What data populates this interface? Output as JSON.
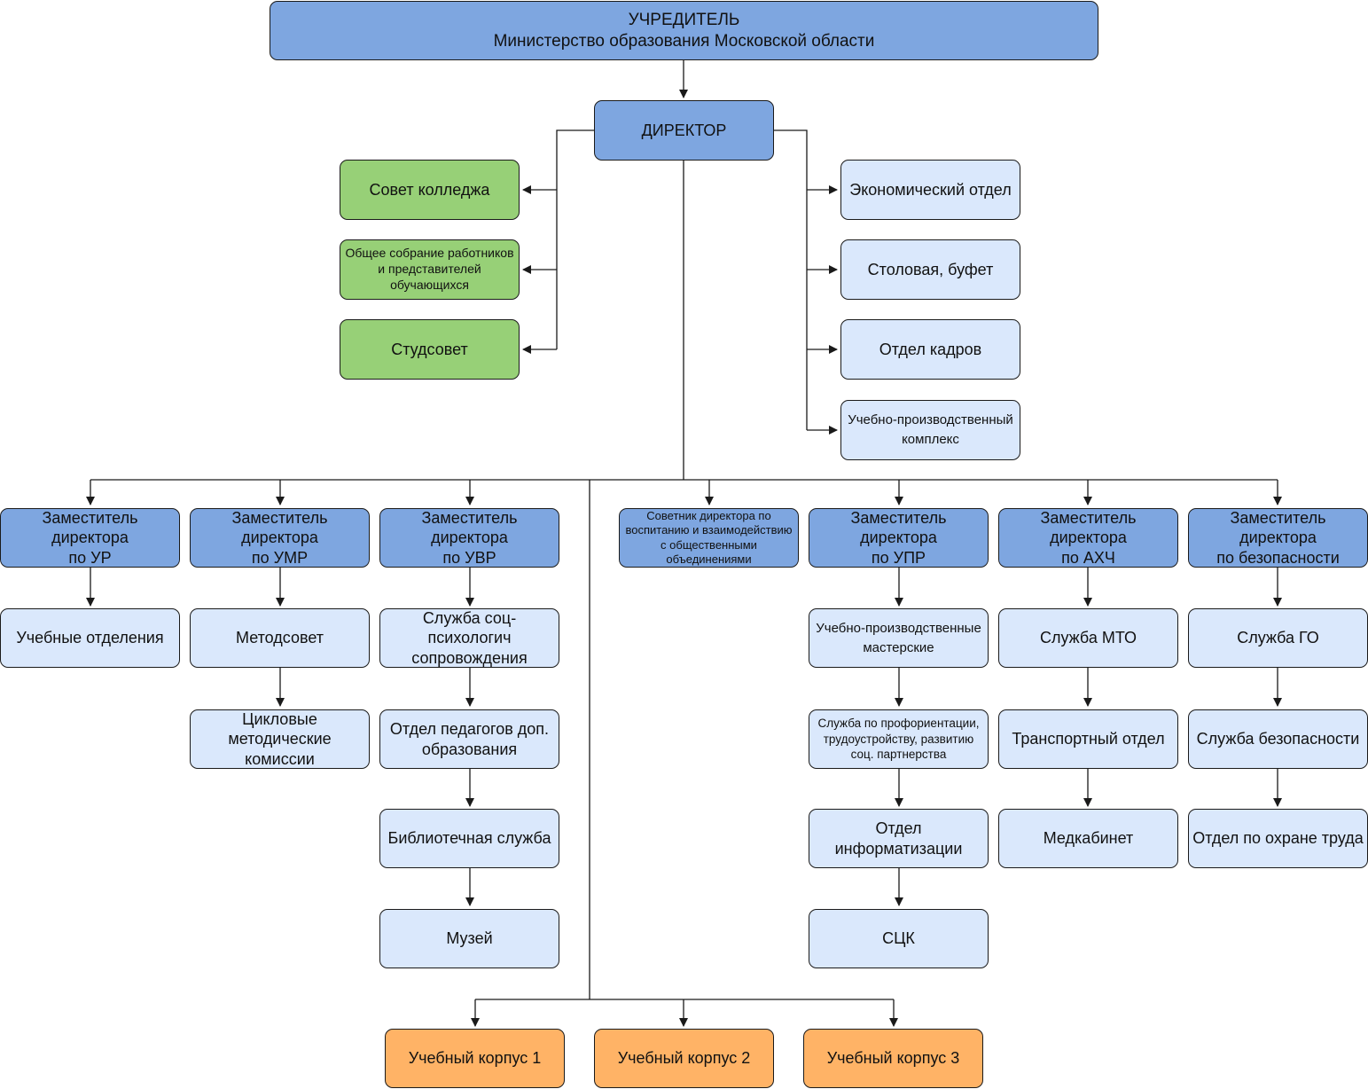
{
  "founder": {
    "line1": "УЧРЕДИТЕЛЬ",
    "line2": "Министерство образования Московской области"
  },
  "director": "ДИРЕКТОР",
  "left_bodies": [
    "Совет колледжа",
    "Общее собрание работников\nи представителей\nобучающихся",
    "Студсовет"
  ],
  "right_units": [
    "Экономический отдел",
    "Столовая, буфет",
    "Отдел кадров",
    "Учебно-производственный\nкомплекс"
  ],
  "deputies": {
    "ur": "Заместитель директора\nпо УР",
    "umr": "Заместитель директора\nпо УМР",
    "uvr": "Заместитель директора\nпо УВР",
    "advisor": "Советник директора по\nвоспитанию и взаимодействию\nс общественными\nобъединениями",
    "upr": "Заместитель директора\nпо УПР",
    "ahch": "Заместитель директора\nпо АХЧ",
    "security": "Заместитель директора\nпо безопасности"
  },
  "ur_units": [
    "Учебные отделения"
  ],
  "umr_units": [
    "Методсовет",
    "Цикловые\nметодические комиссии"
  ],
  "uvr_units": [
    "Служба соц-психологич\nсопровождения",
    "Отдел педагогов доп.\nобразования",
    "Библиотечная служба",
    "Музей"
  ],
  "upr_units": [
    "Учебно-производственные\nмастерские",
    "Служба по профориентации,\nтрудоустройству, развитию\nсоц. партнерства",
    "Отдел\nинформатизации",
    "СЦК"
  ],
  "ahch_units": [
    "Служба МТО",
    "Транспортный отдел",
    "Медкабинет"
  ],
  "security_units": [
    "Служба ГО",
    "Служба безопасности",
    "Отдел по охране труда"
  ],
  "buildings": [
    "Учебный корпус 1",
    "Учебный корпус 2",
    "Учебный корпус 3"
  ],
  "colors": {
    "primary": "#7ea6e0",
    "secondary": "#dae8fc",
    "council": "#97d077",
    "building": "#ffb366",
    "line": "#1a1a1a"
  }
}
